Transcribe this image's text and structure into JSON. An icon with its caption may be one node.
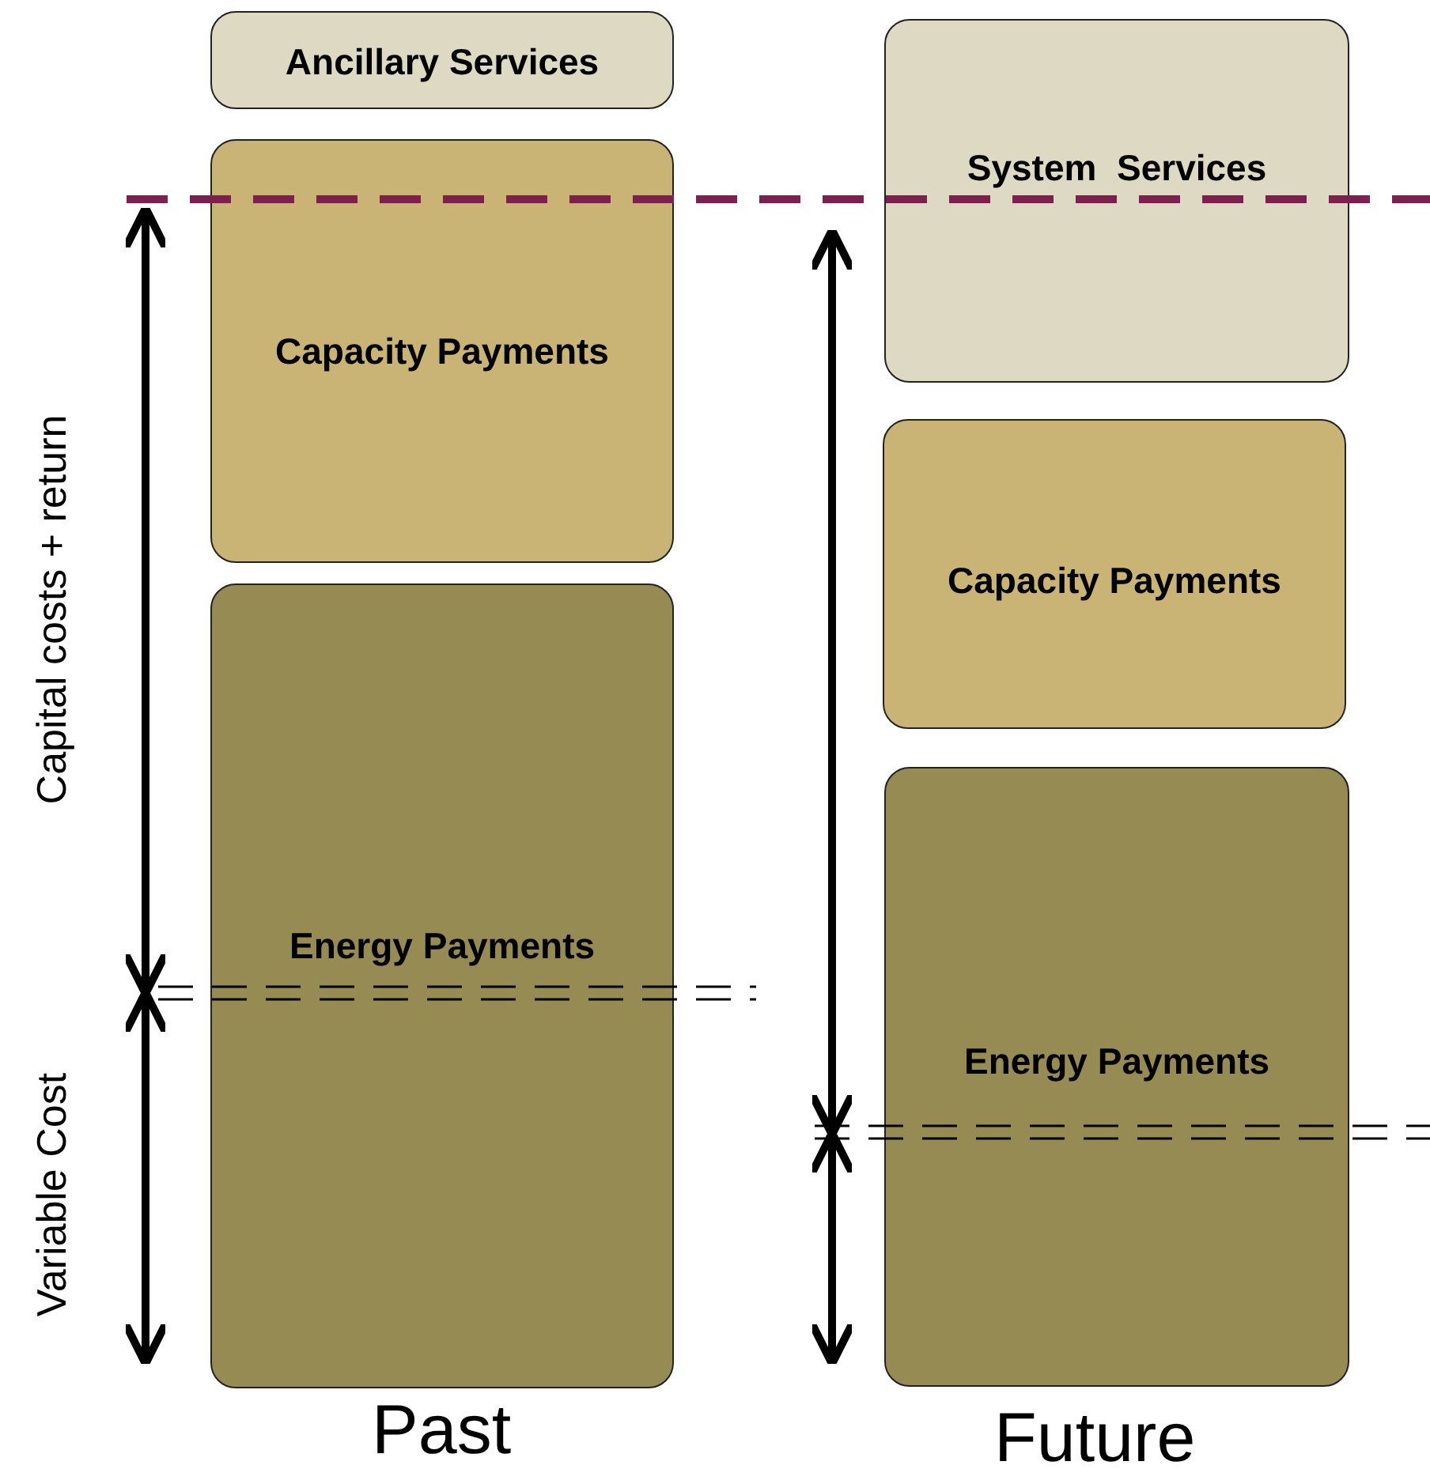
{
  "diagram": {
    "nodes": [
      {
        "text": [
          "Ancillary Services"
        ]
      },
      {
        "text": [
          "Capacity Payments"
        ]
      },
      {
        "text": [
          "Energy Payments"
        ]
      },
      {
        "text": [
          "System  Services"
        ]
      },
      {
        "text": [
          "Capacity Payments"
        ]
      },
      {
        "text": [
          "Energy Payments"
        ]
      }
    ],
    "labels": [
      "Capital costs + return",
      "Variable Cost",
      "Past",
      "Future"
    ]
  }
}
